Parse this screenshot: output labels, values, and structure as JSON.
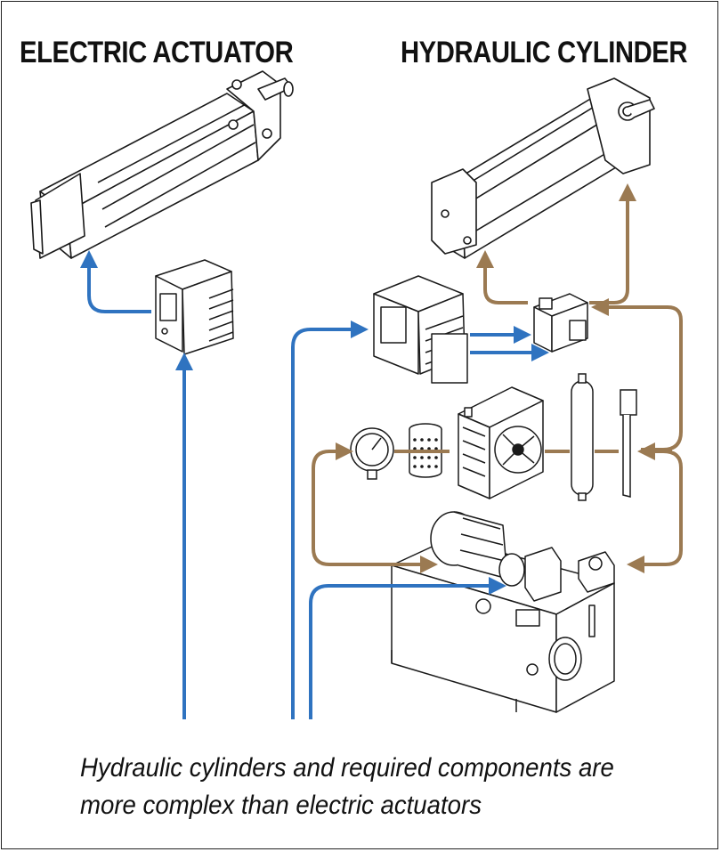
{
  "headings": {
    "left": "ELECTRIC ACTUATOR",
    "right": "HYDRAULIC CYLINDER"
  },
  "caption": {
    "line1": "Hydraulic cylinders and required components are",
    "line2": "more complex than electric actuators"
  },
  "colors": {
    "electric_arrow": "#2f73c0",
    "hydraulic_arrow": "#9b7a52",
    "line_art": "#1a1a1a"
  },
  "components": [
    "electric-actuator",
    "actuator-drive",
    "hydraulic-cylinder",
    "valve-drive",
    "directional-valve",
    "pressure-gauge",
    "filter",
    "oil-cooler",
    "accumulator",
    "level-sensor",
    "hydraulic-power-unit"
  ]
}
